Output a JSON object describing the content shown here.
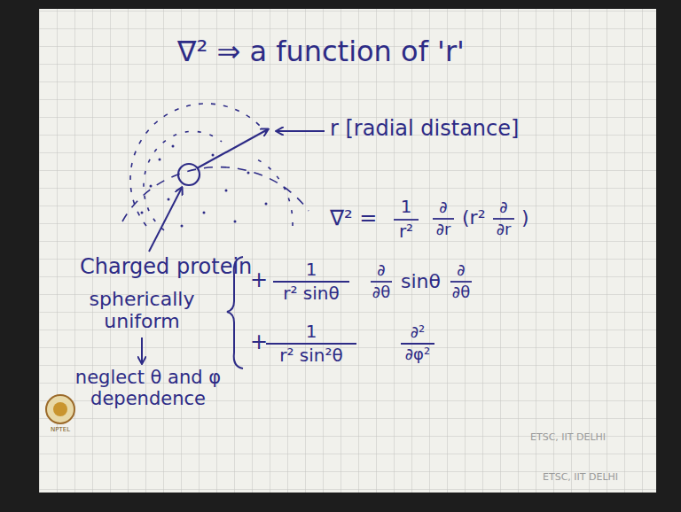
{
  "diagram": {
    "labels": [
      "∇² ⇒ a function of 'r'",
      "r [radial distance]",
      "Charged protein",
      "∇² =",
      "1",
      "r²",
      "∂",
      "∂r",
      "(r²",
      "∂",
      "∂r",
      ")",
      "+",
      "1",
      "r² sinθ",
      "∂",
      "∂θ",
      "sinθ",
      "∂",
      "∂θ",
      "+",
      "1",
      "r² sin²θ",
      "∂²",
      "∂φ²",
      "spherically uniform",
      "neglect θ and φ dependence",
      "ETSC, IIT DELHI",
      "ETSC, IIT DELHI",
      "NPTEL"
    ]
  }
}
